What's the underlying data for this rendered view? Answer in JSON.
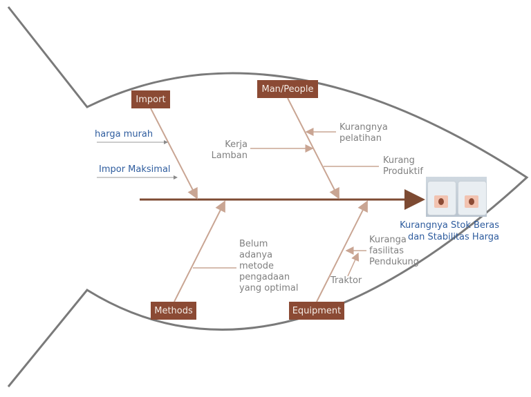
{
  "categories": {
    "import": "Import",
    "man_people": "Man/People",
    "methods": "Methods",
    "equipment": "Equipment"
  },
  "causes": {
    "harga_murah": "harga murah",
    "impor_maksimal": "Impor Maksimal",
    "kerja_lamban": "Kerja\nLamban",
    "kurangnya_pelatihan": "Kurangnya\npelatihan",
    "kurang_produktif": "Kurang\nProduktif",
    "belum_adanya_metode": "Belum\nadanya\nmetode\npengadaan\nyang optimal",
    "kuranga_fasilitas": "Kuranga\nfasilitas\nPendukung",
    "traktor": "Traktor"
  },
  "effect": "Kurangnya Stok Beras\ndan Stabilitas Harga",
  "colors": {
    "outline": "#7a7a7a",
    "spine": "#7d4a32",
    "bone": "#c9a593",
    "category_fill": "#8b4a34",
    "text_blue": "#2e5c9e",
    "text_gray": "#7f7f7f"
  },
  "icons": {
    "effect_image": "rice-sacks-photo"
  }
}
